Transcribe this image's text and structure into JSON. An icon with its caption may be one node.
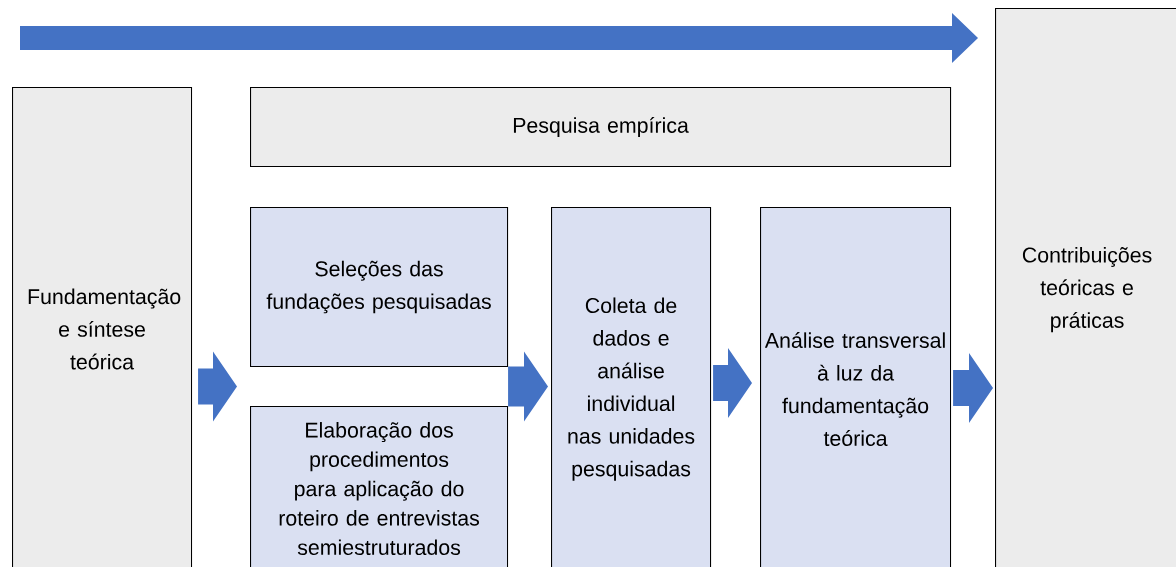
{
  "diagram": {
    "nodes": [
      {
        "text": [
          "Fundamentação e síntese teórica"
        ]
      },
      {
        "text": [
          "Pesquisa empírica"
        ]
      },
      {
        "text": [
          "Seleções das fundações pesquisadas"
        ]
      },
      {
        "text": [
          "Elaboração dos procedimentos para aplicação do roteiro de entrevistas semiestruturados"
        ]
      },
      {
        "text": [
          "Coleta de dados e análise individual nas unidades pesquisadas"
        ]
      },
      {
        "text": [
          "Análise transversal à luz da fundamentação teórica"
        ]
      },
      {
        "text": [
          "Contribuições teóricas e práticas"
        ]
      }
    ],
    "edges": [
      {
        "from": 0,
        "to": 2,
        "arrow": "to"
      },
      {
        "from": 0,
        "to": 3,
        "arrow": "to"
      },
      {
        "from": 2,
        "to": 4,
        "arrow": "to"
      },
      {
        "from": 3,
        "to": 4,
        "arrow": "to"
      },
      {
        "from": 4,
        "to": 5,
        "arrow": "to"
      },
      {
        "from": 5,
        "to": 6,
        "arrow": "to"
      },
      {
        "from": null,
        "to": 6,
        "arrow": "to"
      }
    ]
  }
}
